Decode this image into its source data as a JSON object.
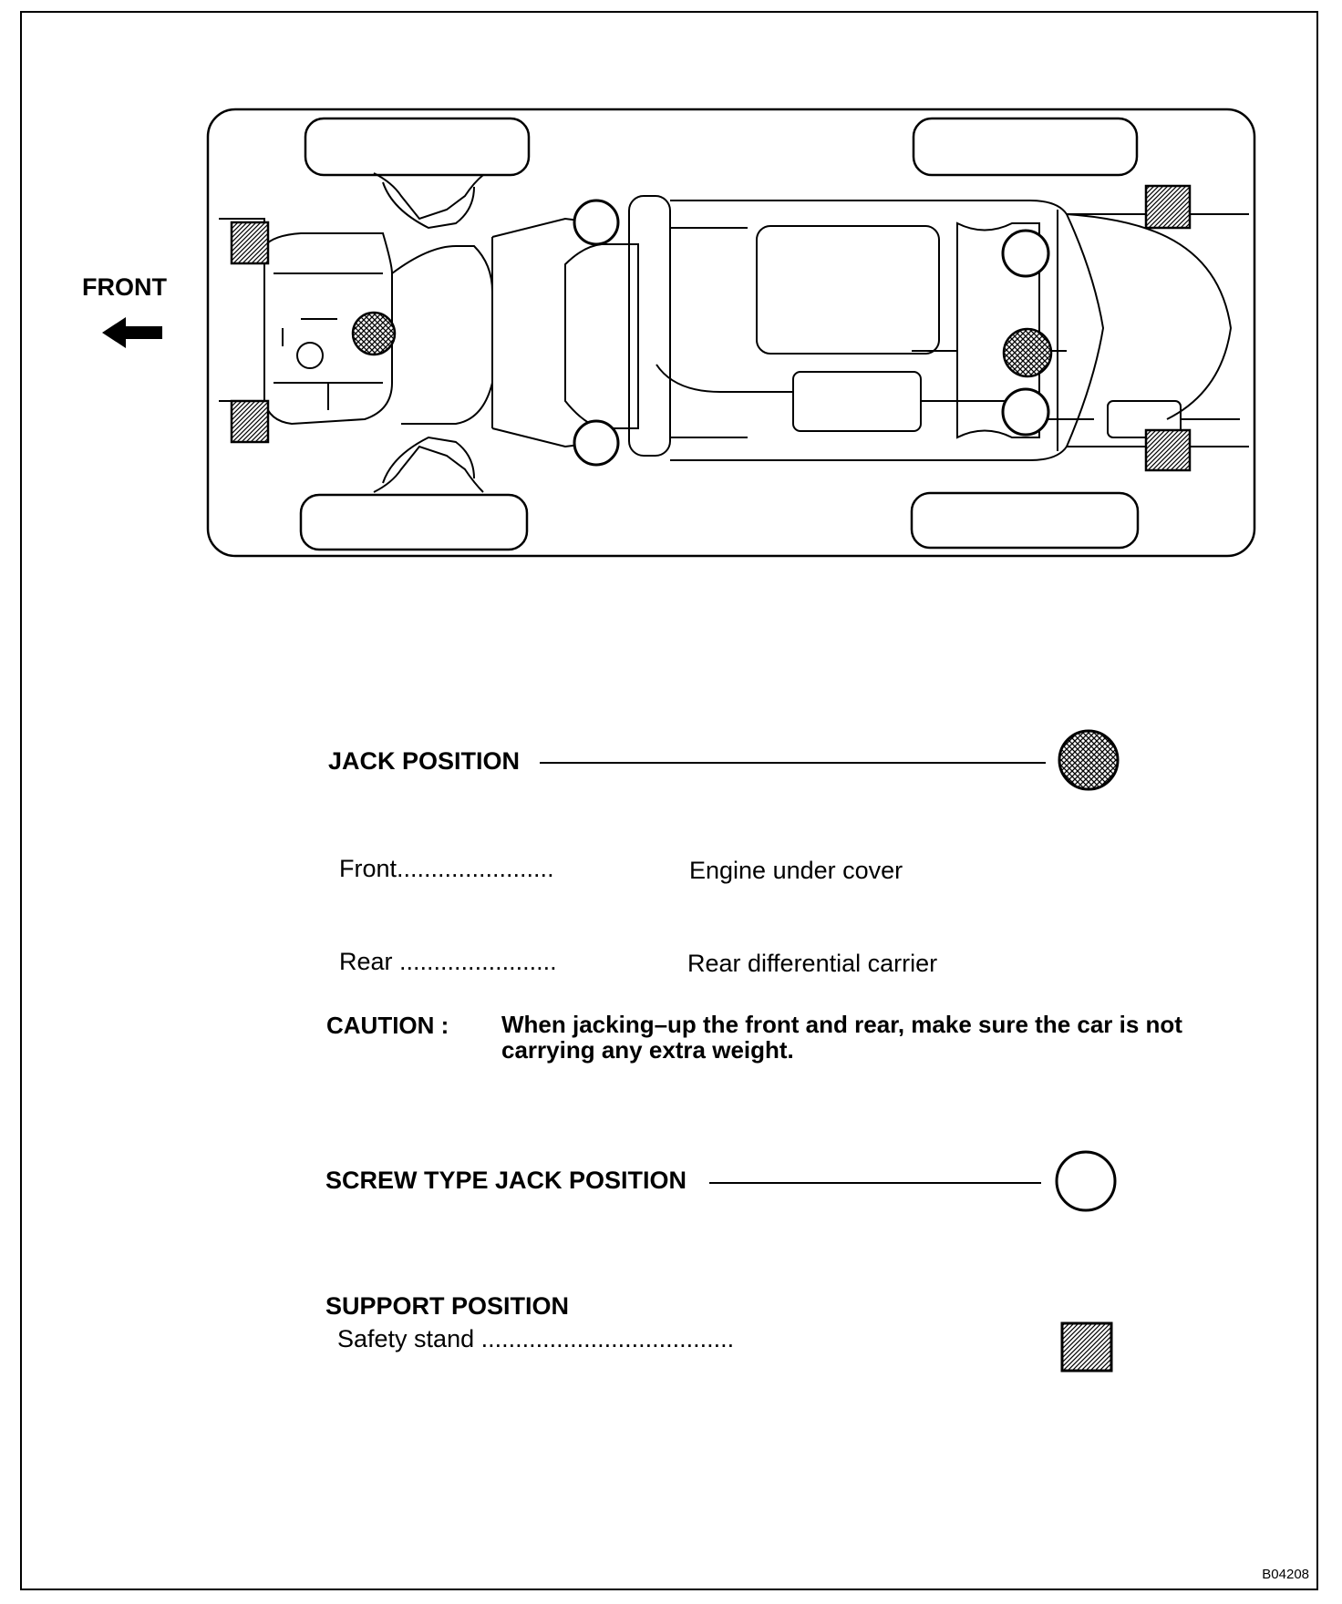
{
  "front_label": "FRONT",
  "jack_position": {
    "title": "JACK POSITION"
  },
  "front_row": {
    "label": "Front",
    "dots": ".......................",
    "value": "Engine under cover"
  },
  "rear_row": {
    "label": "Rear",
    "dots": ".......................",
    "value": "Rear differential carrier"
  },
  "caution": {
    "label": "CAUTION :",
    "text": "When jacking–up the front and rear, make sure the car is not carrying any extra weight."
  },
  "screw_jack": {
    "title": "SCREW TYPE JACK POSITION"
  },
  "support": {
    "title": "SUPPORT POSITION",
    "item_label": "Safety stand",
    "dots": "....................................."
  },
  "figure_code": "B04208",
  "icons": {
    "jack": "cross-hatched-circle-icon",
    "screw_jack": "open-circle-icon",
    "support": "hatched-square-icon",
    "front_arrow": "arrow-left-icon"
  }
}
